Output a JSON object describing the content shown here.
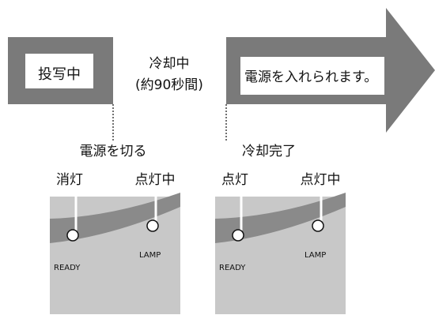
{
  "arrow": {
    "fill_color": "#7a7a7a",
    "stages": {
      "projecting": "投写中",
      "cooling_line1": "冷却中",
      "cooling_line2": "(約90秒間)",
      "ready_text": "電源を入れられます。"
    }
  },
  "events": {
    "power_off": "電源を切る",
    "cooling_done": "冷却完了"
  },
  "panels": [
    {
      "left_label": "消灯",
      "right_label": "点灯中",
      "ready_text": "READY",
      "lamp_text": "LAMP"
    },
    {
      "left_label": "点灯",
      "right_label": "点灯中",
      "ready_text": "READY",
      "lamp_text": "LAMP"
    }
  ],
  "colors": {
    "panel_bg": "#c8c8c8",
    "panel_band": "#8a8a8a",
    "indicator": "#ffffff"
  }
}
